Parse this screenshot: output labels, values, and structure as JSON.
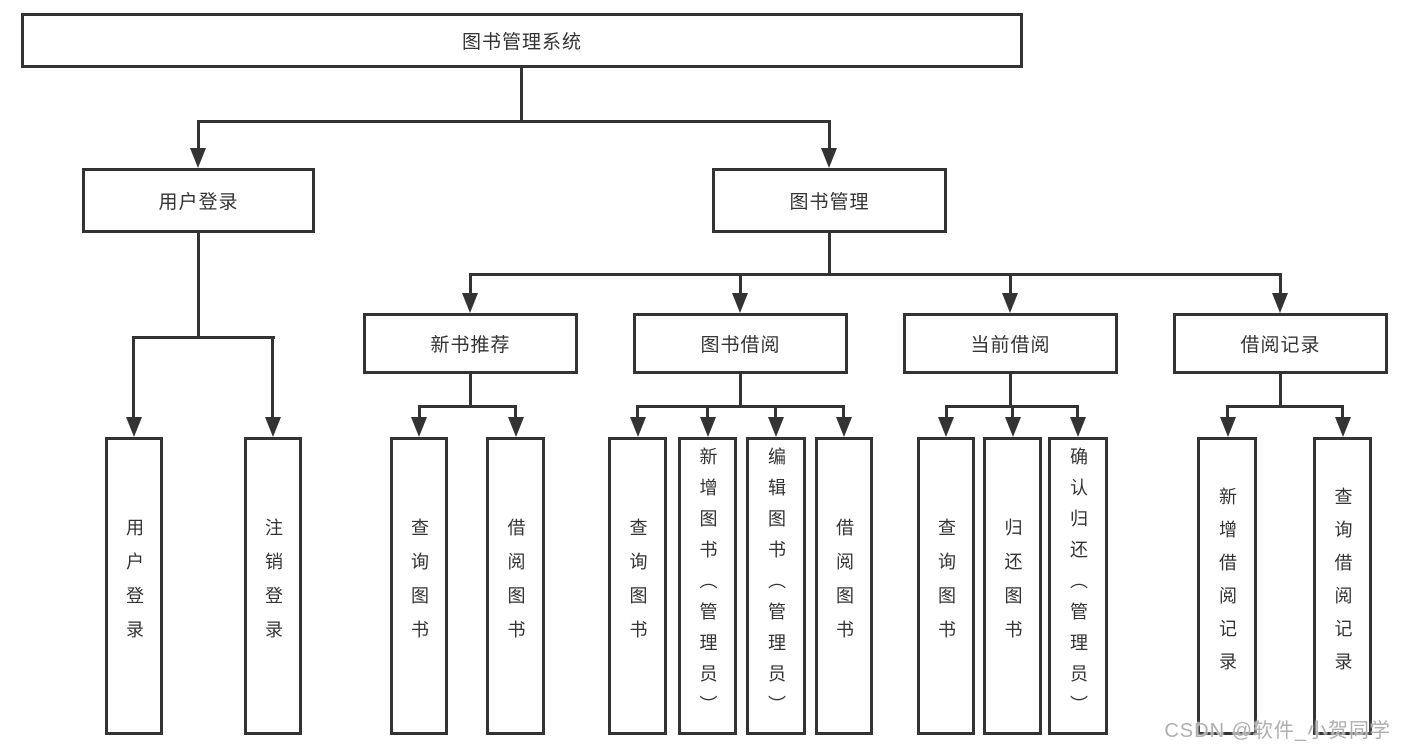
{
  "tree": {
    "root": "图书管理系统",
    "branches": [
      {
        "label": "用户登录",
        "children": [
          "用户登录",
          "注销登录"
        ]
      },
      {
        "label": "图书管理",
        "children": [
          {
            "label": "新书推荐",
            "children": [
              "查询图书",
              "借阅图书"
            ]
          },
          {
            "label": "图书借阅",
            "children": [
              "查询图书",
              "新增图书（管理员）",
              "编辑图书（管理员）",
              "借阅图书"
            ]
          },
          {
            "label": "当前借阅",
            "children": [
              "查询图书",
              "归还图书",
              "确认归还（管理员）"
            ]
          },
          {
            "label": "借阅记录",
            "children": [
              "新增借阅记录",
              "查询借阅记录"
            ]
          }
        ]
      }
    ]
  },
  "watermark": "CSDN @软件_小贺同学",
  "colors": {
    "line": "#333333",
    "box_border": "#333333",
    "text": "#333333",
    "watermark": "#a8a8a8",
    "background": "#ffffff"
  }
}
